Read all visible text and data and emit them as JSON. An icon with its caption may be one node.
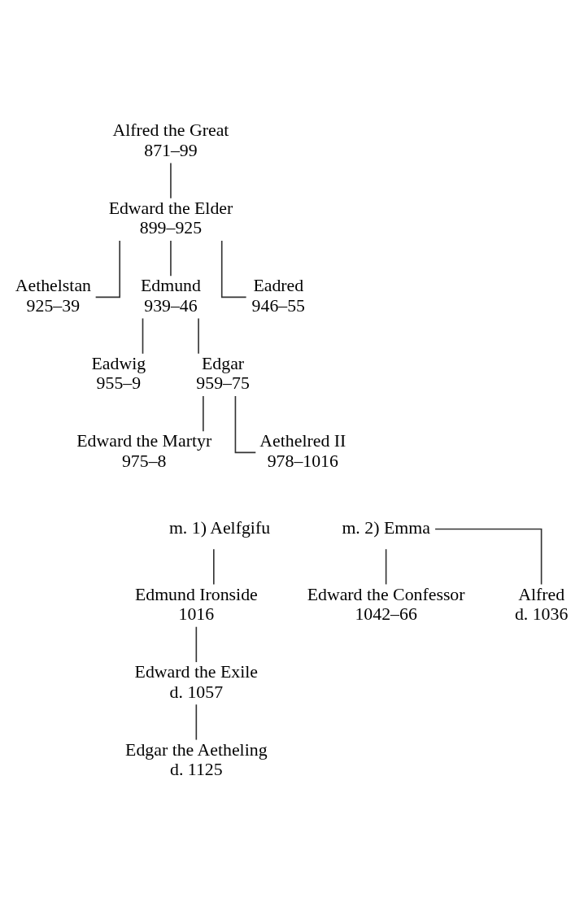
{
  "diagram": {
    "nodes": [
      {
        "text": [
          "Alfred the Great",
          "871–99"
        ]
      },
      {
        "text": [
          "Edward the Elder",
          "899–925"
        ]
      },
      {
        "text": [
          "Aethelstan",
          "925–39"
        ]
      },
      {
        "text": [
          "Edmund",
          "939–46"
        ]
      },
      {
        "text": [
          "Eadred",
          "946–55"
        ]
      },
      {
        "text": [
          "Eadwig",
          "955–9"
        ]
      },
      {
        "text": [
          "Edgar",
          "959–75"
        ]
      },
      {
        "text": [
          "Edward the Martyr",
          "975–8"
        ]
      },
      {
        "text": [
          "Aethelred II",
          "978–1016"
        ]
      },
      {
        "text": [
          "m. 1) Aelfgifu"
        ]
      },
      {
        "text": [
          "m. 2) Emma"
        ]
      },
      {
        "text": [
          "Edmund Ironside",
          "1016"
        ]
      },
      {
        "text": [
          "Edward the Exile",
          "d. 1057"
        ]
      },
      {
        "text": [
          "Edgar the Aetheling",
          "d. 1125"
        ]
      },
      {
        "text": [
          "Edward the Confessor",
          "1042–66"
        ]
      },
      {
        "text": [
          "Alfred",
          "d. 1036"
        ]
      }
    ],
    "edges": [
      {
        "from": 0,
        "to": 1,
        "arrow": "none"
      },
      {
        "from": 1,
        "to": 2,
        "arrow": "none"
      },
      {
        "from": 1,
        "to": 3,
        "arrow": "none"
      },
      {
        "from": 1,
        "to": 4,
        "arrow": "none"
      },
      {
        "from": 3,
        "to": 5,
        "arrow": "none"
      },
      {
        "from": 3,
        "to": 6,
        "arrow": "none"
      },
      {
        "from": 6,
        "to": 7,
        "arrow": "none"
      },
      {
        "from": 6,
        "to": 8,
        "arrow": "none"
      },
      {
        "from": 9,
        "to": 11,
        "arrow": "none"
      },
      {
        "from": 11,
        "to": 12,
        "arrow": "none"
      },
      {
        "from": 12,
        "to": 13,
        "arrow": "none"
      },
      {
        "from": 10,
        "to": 14,
        "arrow": "none"
      },
      {
        "from": 10,
        "to": 15,
        "arrow": "none"
      }
    ]
  }
}
